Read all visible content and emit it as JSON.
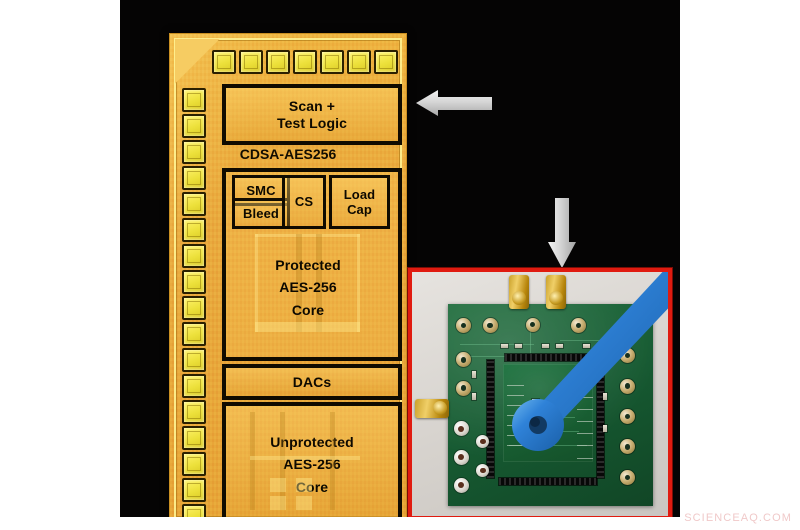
{
  "figure": {
    "watermark": "SCIENCEAQ.COM",
    "background_color": "#ffffff",
    "plate_color": "#050404"
  },
  "die": {
    "title": "CDSA-AES256",
    "die_color": "#e9a83d",
    "pad_color": "#ece03a",
    "block_outline_color": "#100b00",
    "blocks": [
      {
        "name": "scan-test-logic",
        "lines": [
          "Scan +",
          "Test Logic"
        ]
      },
      {
        "name": "smc",
        "lines": [
          "SMC"
        ]
      },
      {
        "name": "bleed",
        "lines": [
          "Bleed"
        ]
      },
      {
        "name": "cs",
        "lines": [
          "CS"
        ]
      },
      {
        "name": "load-cap",
        "lines": [
          "Load",
          "Cap"
        ]
      },
      {
        "name": "protected-aes-core",
        "lines": [
          "Protected",
          "AES-256",
          "Core"
        ]
      },
      {
        "name": "dacs",
        "lines": [
          "DACs"
        ]
      },
      {
        "name": "unprotected-aes-core",
        "lines": [
          "Unprotected",
          "AES-256",
          "Core"
        ]
      }
    ],
    "labels": {
      "scan_line1": "Scan +",
      "scan_line2": "Test Logic",
      "chip_name": "CDSA-AES256",
      "smc": "SMC",
      "bleed": "Bleed",
      "cs": "CS",
      "loadcap_line1": "Load",
      "loadcap_line2": "Cap",
      "protected_line1": "Protected",
      "protected_line2": "AES-256",
      "protected_line3": "Core",
      "dacs": "DACs",
      "unprotected_line1": "Unprotected",
      "unprotected_line2": "AES-256",
      "unprotected_line3": "Core"
    },
    "pads": {
      "top_count": 7,
      "left_count": 17
    }
  },
  "arrows": [
    {
      "name": "arrow-to-die",
      "direction": "left",
      "color": "#cfcfcf"
    },
    {
      "name": "arrow-to-pcb",
      "direction": "down",
      "color": "#cfcfcf"
    }
  ],
  "pcb": {
    "border_color": "#e01b10",
    "board_color": "#175c33",
    "tool_color": "#2f82d8",
    "connector_color": "#c9a32a",
    "background_color": "#d9d6d2"
  }
}
